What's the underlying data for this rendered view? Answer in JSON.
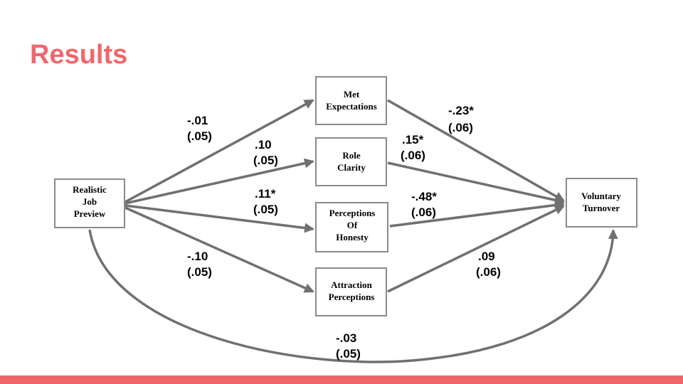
{
  "slide": {
    "title": "Results",
    "accent_color": "#f0676b"
  },
  "diagram": {
    "nodes": {
      "rjp": [
        "Realistic",
        "Job",
        "Preview"
      ],
      "met": [
        "Met",
        "Expectations"
      ],
      "role": [
        "Role",
        "Clarity"
      ],
      "honesty": [
        "Perceptions",
        "Of",
        "Honesty"
      ],
      "attraction": [
        "Attraction",
        "Perceptions"
      ],
      "turnover": [
        "Voluntary",
        "Turnover"
      ]
    },
    "paths": {
      "rjp_met": {
        "coef": "-.01",
        "se": "(.05)"
      },
      "rjp_role": {
        "coef": ".10",
        "se": "(.05)"
      },
      "rjp_honesty": {
        "coef": ".11*",
        "se": "(.05)"
      },
      "rjp_attraction": {
        "coef": "-.10",
        "se": "(.05)"
      },
      "met_turnover": {
        "coef": "-.23*",
        "se": "(.06)"
      },
      "role_turnover": {
        "coef": ".15*",
        "se": "(.06)"
      },
      "honesty_turnover": {
        "coef": "-.48*",
        "se": "(.06)"
      },
      "attraction_turnover": {
        "coef": ".09",
        "se": "(.06)"
      },
      "rjp_turnover": {
        "coef": "-.03",
        "se": "(.05)"
      }
    }
  }
}
